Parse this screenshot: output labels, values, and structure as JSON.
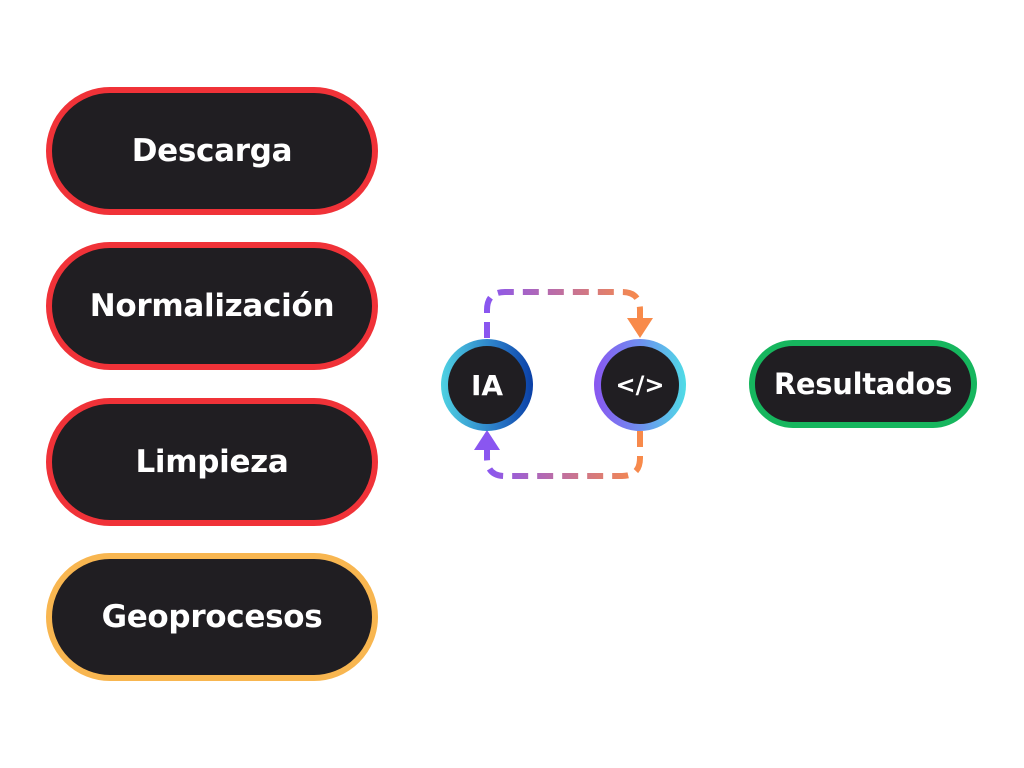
{
  "steps": [
    {
      "label": "Descarga",
      "status_color": "#f03238"
    },
    {
      "label": "Normalización",
      "status_color": "#f03238"
    },
    {
      "label": "Limpieza",
      "status_color": "#f03238"
    },
    {
      "label": "Geoprocesos",
      "status_color": "#f8b650"
    }
  ],
  "loop": {
    "ai_node": {
      "label": "IA"
    },
    "code_node": {
      "label": "</>",
      "icon": "code-icon"
    },
    "arrow_colors": {
      "start": "#8a56f0",
      "end": "#f88a4a"
    }
  },
  "result": {
    "label": "Resultados",
    "status_color": "#16b65e"
  }
}
